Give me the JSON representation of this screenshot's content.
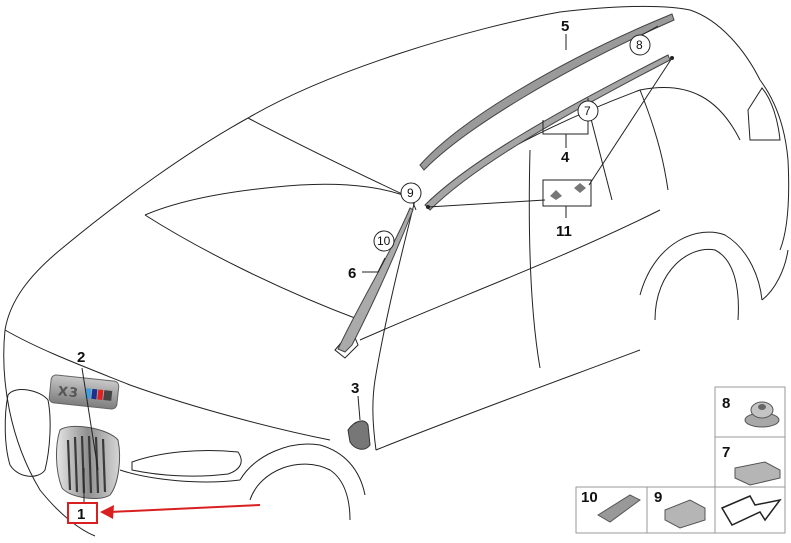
{
  "callouts": {
    "c1": "1",
    "c2": "2",
    "c3": "3",
    "c4": "4",
    "c5": "5",
    "c6": "6",
    "c7": "7",
    "c8": "8",
    "c9": "9",
    "c10": "10",
    "c11": "11"
  },
  "badge": {
    "text": "X3"
  },
  "legend": {
    "item8": "8",
    "item7": "7",
    "item10": "10",
    "item9": "9"
  },
  "colors": {
    "line": "#222222",
    "highlight": "#d92020",
    "part": "#8a8a8a",
    "legend_border": "#999999"
  }
}
